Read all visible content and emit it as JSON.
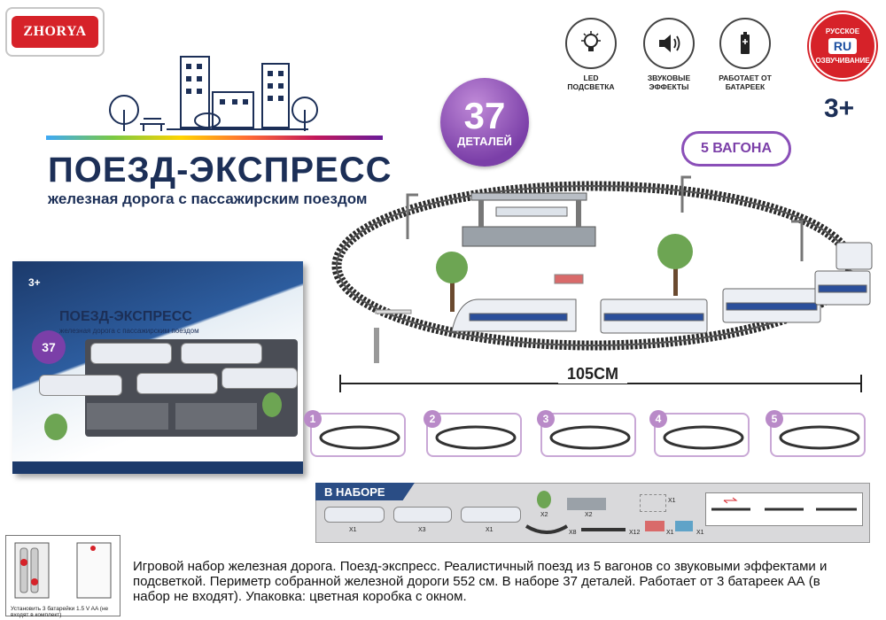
{
  "brand": {
    "logo_text": "ZHORYA"
  },
  "product": {
    "title": "ПОЕЗД-ЭКСПРЕСС",
    "subtitle": "железная дорога с пассажирским поездом",
    "parts_count": "37",
    "parts_label": "ДЕТАЛЕЙ",
    "wagons_label": "5 ВАГОНА",
    "age": "3+",
    "track_length": "105CM"
  },
  "features": [
    {
      "icon": "bulb-icon",
      "caption": "LED ПОДСВЕТКА"
    },
    {
      "icon": "speaker-icon",
      "caption": "ЗВУКОВЫЕ ЭФФЕКТЫ"
    },
    {
      "icon": "battery-icon",
      "caption": "РАБОТАЕТ ОТ БАТАРЕЕК"
    }
  ],
  "voice_badge": {
    "top": "РУССКОЕ",
    "tag": "RU",
    "bottom": "ОЗВУЧИВАНИЕ"
  },
  "package_box": {
    "age": "3+",
    "title": "ПОЕЗД-ЭКСПРЕСС",
    "subtitle": "железная дорога с пассажирским поездом",
    "parts_count": "37"
  },
  "assembly_steps": [
    "1",
    "2",
    "3",
    "4",
    "5"
  ],
  "in_set": {
    "label": "В НАБОРЕ",
    "items": [
      {
        "qty": "X1"
      },
      {
        "qty": "X3"
      },
      {
        "qty": "X1"
      },
      {
        "qty": "X2"
      },
      {
        "qty": "X2"
      },
      {
        "qty": "X1"
      },
      {
        "qty": "X8"
      },
      {
        "qty": "X12"
      },
      {
        "qty": "X1"
      },
      {
        "qty": "X1"
      }
    ]
  },
  "battery": {
    "note": "Установить 3 батарейки 1.5 V AA (не входят в комплект)"
  },
  "description": "Игровой набор железная дорога. Поезд-экспресс. Реалистичный поезд из 5 вагонов со звуковыми эффектами и подсветкой. Периметр собранной железной дороги 552 см. В наборе 37 деталей. Работает от 3 батареек АА (в набор не входят). Упаковка: цветная коробка с окном.",
  "colors": {
    "brand_red": "#d62229",
    "navy": "#1c2f57",
    "purple": "#7b3fa8",
    "track": "#2a2a2a"
  }
}
